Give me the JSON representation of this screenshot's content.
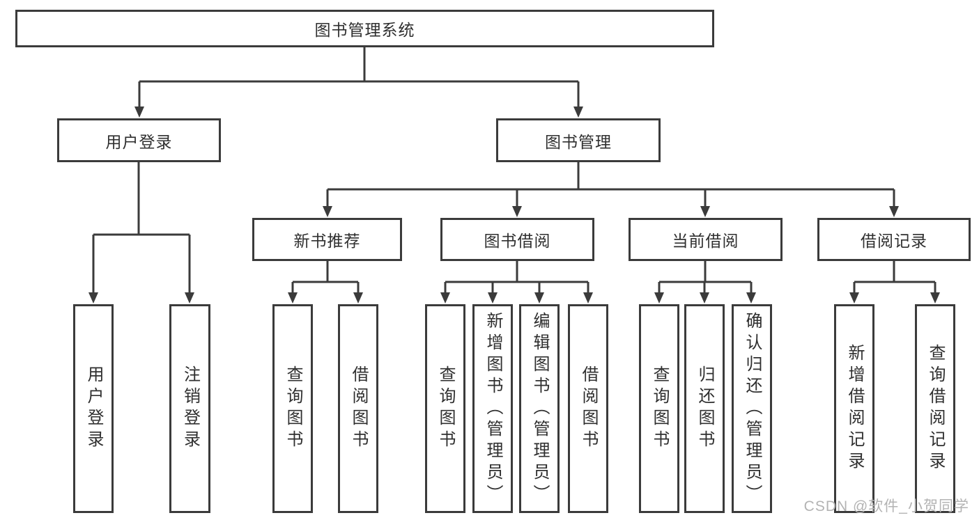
{
  "diagram": {
    "watermark": "CSDN @软件_小贺同学",
    "colors": {
      "line": "#3b3b3b",
      "box_border": "#3b3b3b",
      "box_fill": "#ffffff",
      "text": "#2f2f2f",
      "watermark_text": "#b3b3b3",
      "background": "#ffffff"
    }
  },
  "tree": {
    "root": {
      "label": "图书管理系统",
      "children": [
        {
          "label": "用户登录",
          "children": [
            {
              "label": "用户登录"
            },
            {
              "label": "注销登录"
            }
          ]
        },
        {
          "label": "图书管理",
          "children": [
            {
              "label": "新书推荐",
              "children": [
                {
                  "label": "查询图书"
                },
                {
                  "label": "借阅图书"
                }
              ]
            },
            {
              "label": "图书借阅",
              "children": [
                {
                  "label": "查询图书"
                },
                {
                  "label": "新增图书（管理员）"
                },
                {
                  "label": "编辑图书（管理员）"
                },
                {
                  "label": "借阅图书"
                }
              ]
            },
            {
              "label": "当前借阅",
              "children": [
                {
                  "label": "查询图书"
                },
                {
                  "label": "归还图书"
                },
                {
                  "label": "确认归还（管理员）"
                }
              ]
            },
            {
              "label": "借阅记录",
              "children": [
                {
                  "label": "新增借阅记录"
                },
                {
                  "label": "查询借阅记录"
                }
              ]
            }
          ]
        }
      ]
    }
  }
}
